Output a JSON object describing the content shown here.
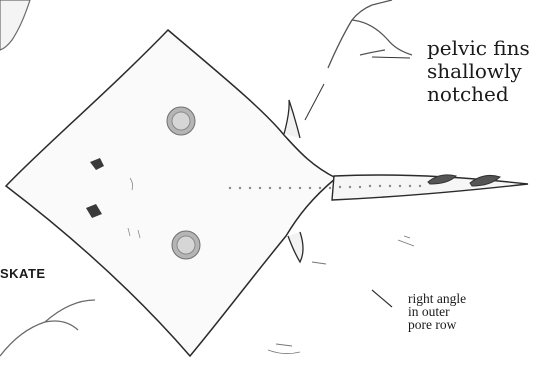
{
  "labels": {
    "pelvic_fins": [
      "pelvic fins",
      "shallowly",
      "notched"
    ],
    "right_angle": [
      "right angle",
      "in outer",
      "pore row"
    ],
    "skate_fragment": "SKATE"
  },
  "colors": {
    "ink": "#1a1a1a",
    "background": "#ffffff",
    "eyespot_ring": "#8f8f8f",
    "eyespot_inner": "#c8c8c8"
  }
}
